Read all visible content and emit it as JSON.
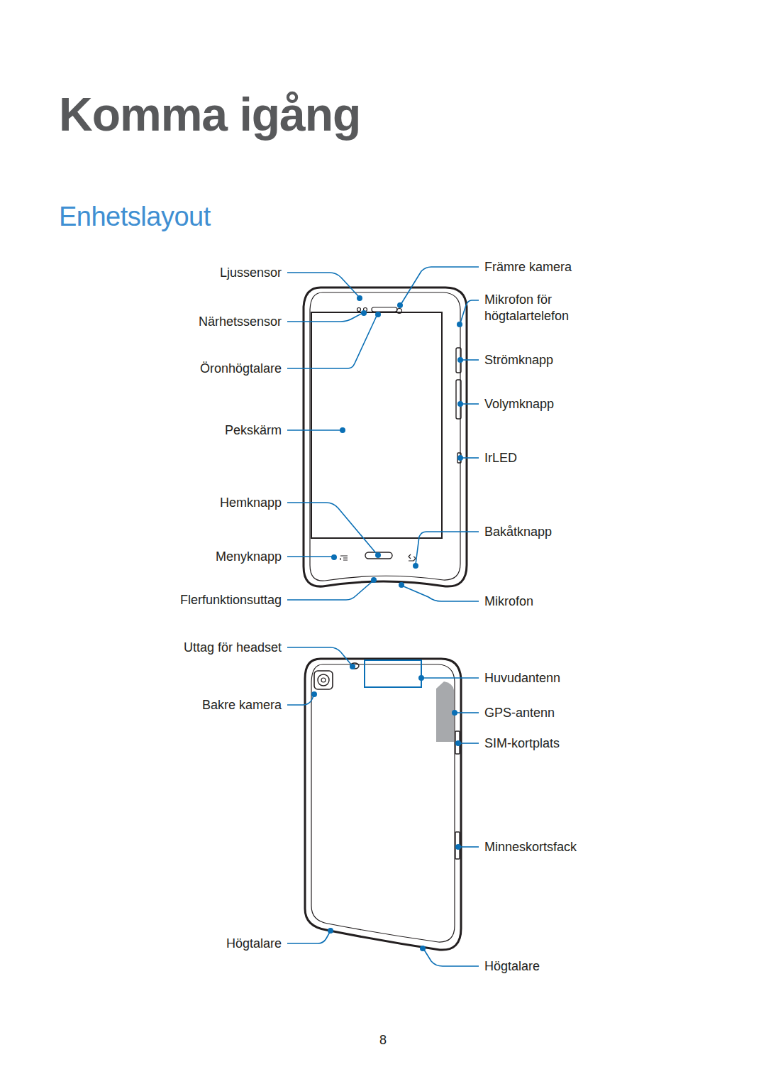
{
  "diagram": {
    "title": "Komma igång",
    "labels": [
      "Enhetslayout",
      "Ljussensor",
      "Närhetssensor",
      "Öronhögtalare",
      "Pekskärm",
      "Hemknapp",
      "Menyknapp",
      "Flerfunktionsuttag",
      "Uttag för headset",
      "Bakre kamera",
      "Högtalare",
      "Främre kamera",
      "Mikrofon för högtalartelefon",
      "Strömknapp",
      "Volymknapp",
      "IrLED",
      "Bakåtknapp",
      "Mikrofon",
      "Huvudantenn",
      "GPS-antenn",
      "SIM-kortplats",
      "Minneskortsfack",
      "Högtalare",
      "8"
    ]
  }
}
